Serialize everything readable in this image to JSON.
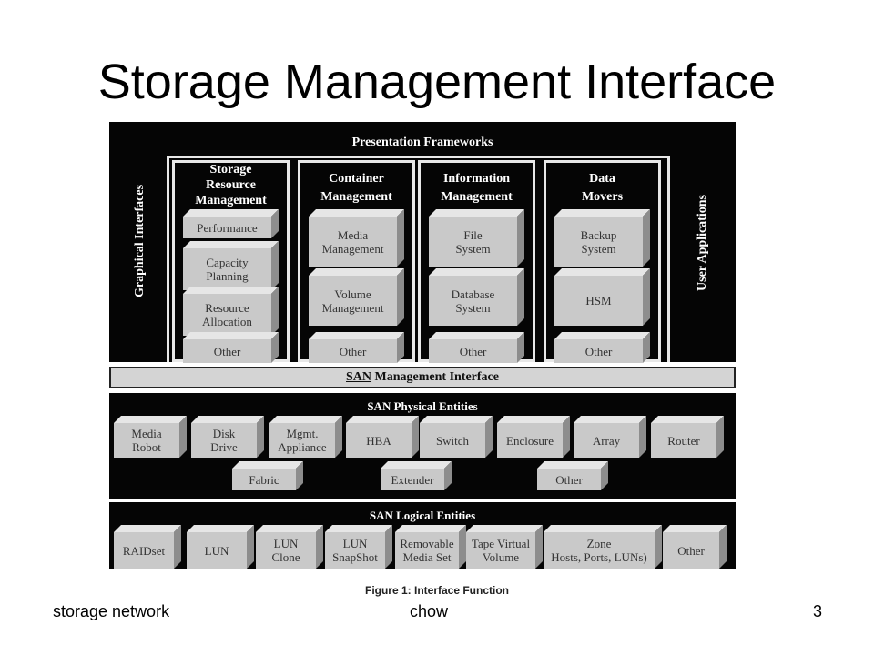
{
  "slide": {
    "title": "Storage Management Interface",
    "footer_left": "storage network",
    "footer_center": "chow",
    "footer_right": "3"
  },
  "diagram": {
    "presentation_title": "Presentation Frameworks",
    "left_side_label": "Graphical Interfaces",
    "right_side_label": "User Applications",
    "columns": [
      {
        "heading": [
          "Storage",
          "Resource",
          "Management"
        ],
        "items": [
          [
            "Performance"
          ],
          [
            "Capacity",
            "Planning"
          ],
          [
            "Resource",
            "Allocation"
          ],
          [
            "Other"
          ]
        ]
      },
      {
        "heading": [
          "Container",
          "Management"
        ],
        "items": [
          [
            "Media",
            "Management"
          ],
          [
            "Volume",
            "Management"
          ],
          [
            "Other"
          ]
        ]
      },
      {
        "heading": [
          "Information",
          "Management"
        ],
        "items": [
          [
            "File",
            "System"
          ],
          [
            "Database",
            "System"
          ],
          [
            "Other"
          ]
        ]
      },
      {
        "heading": [
          "Data",
          "Movers"
        ],
        "items": [
          [
            "Backup",
            "System"
          ],
          [
            "HSM"
          ],
          [
            "Other"
          ]
        ]
      }
    ],
    "san_management": {
      "underlined": "SAN",
      "rest": " Management Interface"
    },
    "physical": {
      "title": "SAN Physical Entities",
      "row1": [
        [
          "Media",
          "Robot"
        ],
        [
          "Disk",
          "Drive"
        ],
        [
          "Mgmt.",
          "Appliance"
        ],
        [
          "HBA"
        ],
        [
          "Switch"
        ],
        [
          "Enclosure"
        ],
        [
          "Array"
        ],
        [
          "Router"
        ]
      ],
      "row2": [
        [
          "Fabric"
        ],
        [
          "Extender"
        ],
        [
          "Other"
        ]
      ]
    },
    "logical": {
      "title": "SAN Logical Entities",
      "items": [
        [
          "RAIDset"
        ],
        [
          "LUN"
        ],
        [
          "LUN",
          "Clone"
        ],
        [
          "LUN",
          "SnapShot"
        ],
        [
          "Removable",
          "Media Set"
        ],
        [
          "Tape Virtual",
          "Volume"
        ],
        [
          "Zone",
          "Hosts, Ports, LUNs)"
        ],
        [
          "Other"
        ]
      ]
    },
    "caption": "Figure 1: Interface Function"
  }
}
